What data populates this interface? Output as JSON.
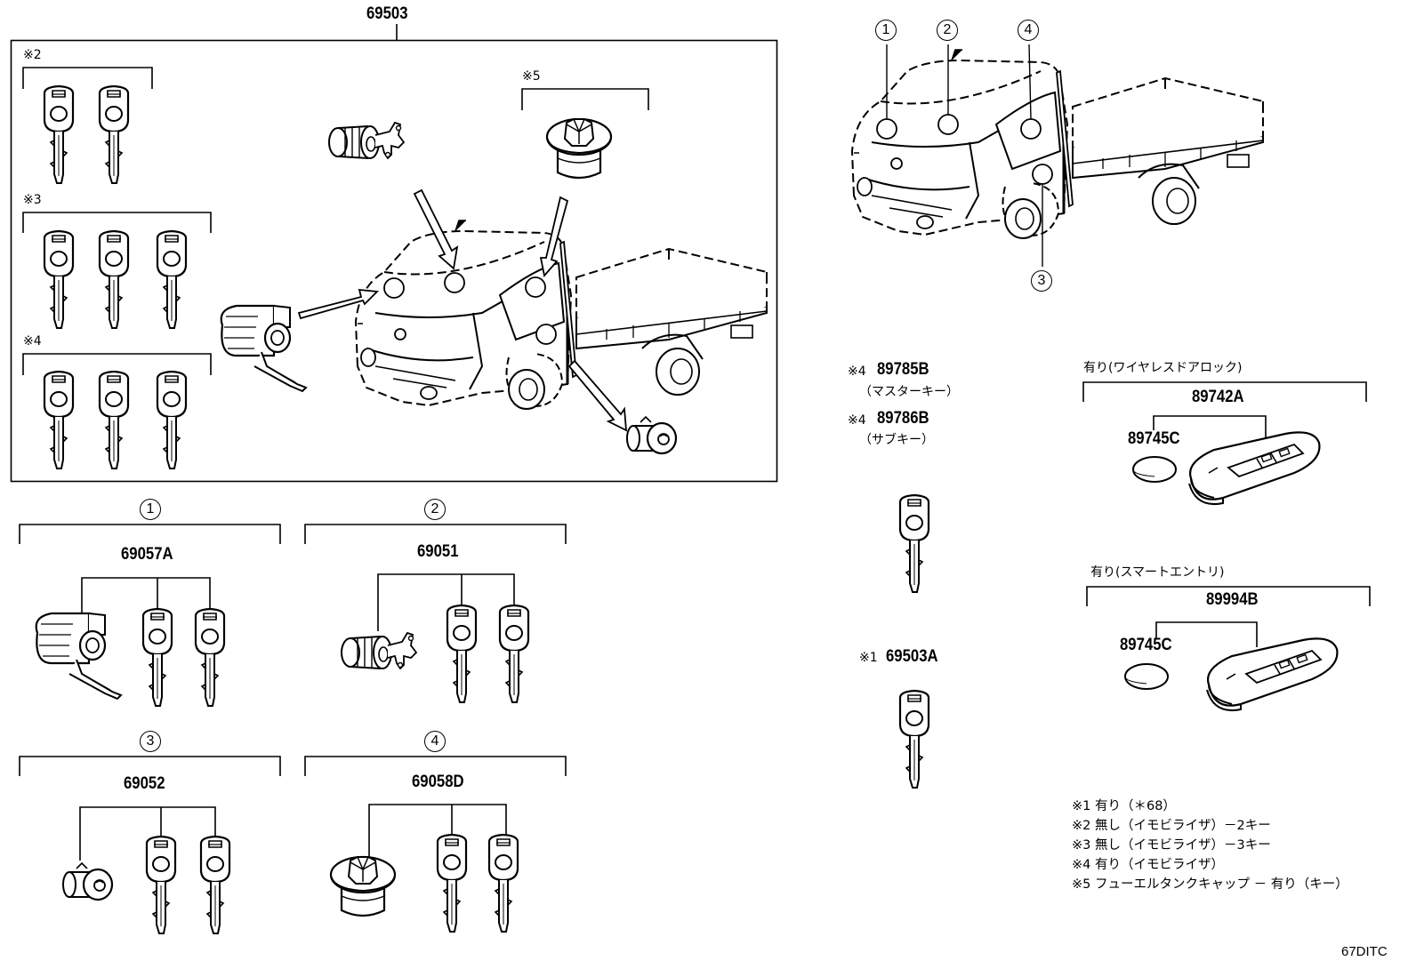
{
  "assembly": {
    "part": "69503",
    "groups": [
      {
        "mark": "※2"
      },
      {
        "mark": "※3"
      },
      {
        "mark": "※4"
      },
      {
        "mark": "※5"
      }
    ]
  },
  "subsets": [
    {
      "num": "1",
      "part": "69057A"
    },
    {
      "num": "2",
      "part": "69051"
    },
    {
      "num": "3",
      "part": "69052"
    },
    {
      "num": "4",
      "part": "69058D"
    }
  ],
  "truck_callouts": [
    "1",
    "2",
    "4",
    "3"
  ],
  "keys": [
    {
      "mark": "※4",
      "part": "89785B",
      "desc": "（マスターキー）"
    },
    {
      "mark": "※4",
      "part": "89786B",
      "desc": "（サブキー）"
    },
    {
      "mark": "※1",
      "part": "69503A"
    }
  ],
  "remotes": [
    {
      "heading": "有り(ワイヤレスドアロック)",
      "part": "89742A",
      "battery": "89745C"
    },
    {
      "heading": "有り(スマートエントリ)",
      "part": "89994B",
      "battery": "89745C"
    }
  ],
  "notes": [
    {
      "mark": "※1",
      "text": "有り（＊68）"
    },
    {
      "mark": "※2",
      "text": "無し（イモビライザ）－2キー"
    },
    {
      "mark": "※3",
      "text": "無し（イモビライザ）－3キー"
    },
    {
      "mark": "※4",
      "text": "有り（イモビライザ）"
    },
    {
      "mark": "※5",
      "text": "フューエルタンクキャップ － 有り（キー）"
    }
  ],
  "footer_code": "67DITC"
}
